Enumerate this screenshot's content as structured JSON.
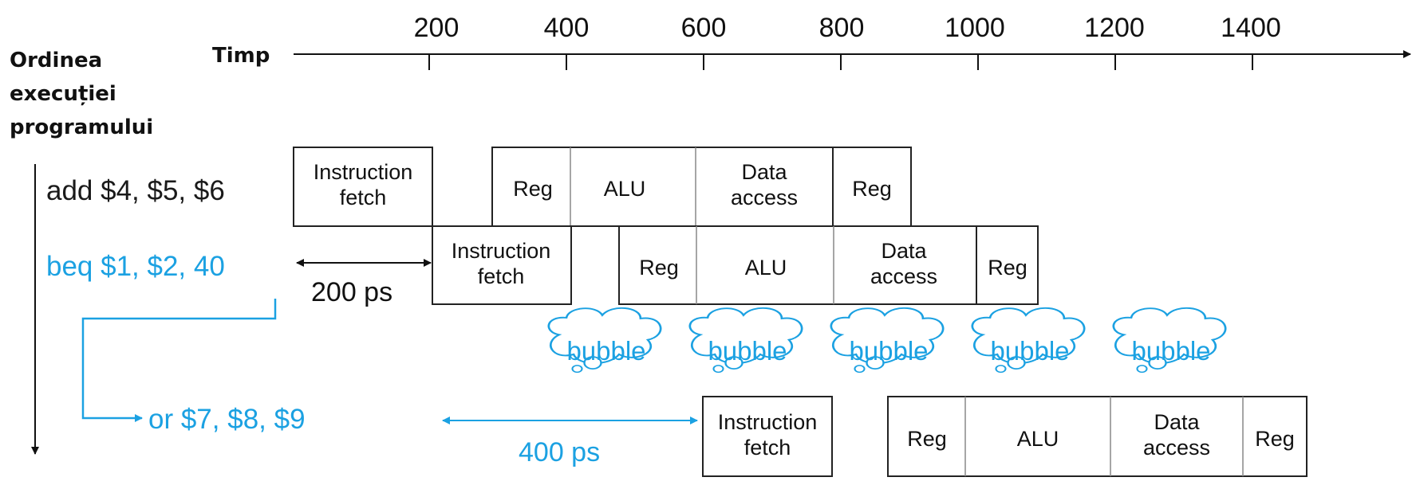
{
  "axis": {
    "label": "Timp",
    "ticks": [
      "200",
      "400",
      "600",
      "800",
      "1000",
      "1200",
      "1400"
    ]
  },
  "order_label": [
    "Ordinea",
    "execuției",
    "programului"
  ],
  "instructions": [
    {
      "text": "add $4, $5, $6",
      "color": "#1a1a1a",
      "stages": [
        {
          "lines": [
            "Instruction",
            "fetch"
          ]
        },
        {
          "lines": [
            "Reg"
          ]
        },
        {
          "lines": [
            "ALU"
          ]
        },
        {
          "lines": [
            "Data",
            "access"
          ]
        },
        {
          "lines": [
            "Reg"
          ]
        }
      ]
    },
    {
      "text": "beq $1, $2, 40",
      "color": "#1ba1e2",
      "stages": [
        {
          "lines": [
            "Instruction",
            "fetch"
          ]
        },
        {
          "lines": [
            "Reg"
          ]
        },
        {
          "lines": [
            "ALU"
          ]
        },
        {
          "lines": [
            "Data",
            "access"
          ]
        },
        {
          "lines": [
            "Reg"
          ]
        }
      ]
    },
    {
      "text": "or $7, $8, $9",
      "color": "#1ba1e2",
      "stages": [
        {
          "lines": [
            "Instruction",
            "fetch"
          ]
        },
        {
          "lines": [
            "Reg"
          ]
        },
        {
          "lines": [
            "ALU"
          ]
        },
        {
          "lines": [
            "Data",
            "access"
          ]
        },
        {
          "lines": [
            "Reg"
          ]
        }
      ]
    }
  ],
  "bubbles": [
    "bubble",
    "bubble",
    "bubble",
    "bubble",
    "bubble"
  ],
  "annotations": {
    "stage_time": "200 ps",
    "stall_time": "400 ps"
  },
  "colors": {
    "accent": "#1ba1e2",
    "text": "#1a1a1a",
    "box_border": "#222222"
  }
}
